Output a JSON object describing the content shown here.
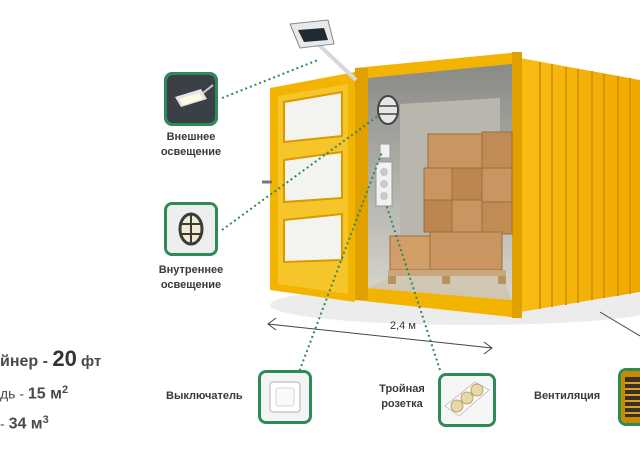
{
  "features": {
    "outdoor_light": {
      "label_line1": "Внешнее",
      "label_line2": "освещение",
      "icon": "street-lamp-icon"
    },
    "indoor_light": {
      "label_line1": "Внутреннее",
      "label_line2": "освещение",
      "icon": "bulkhead-lamp-icon"
    },
    "switch": {
      "label": "Выключатель",
      "icon": "light-switch-icon"
    },
    "socket": {
      "label_line1": "Тройная",
      "label_line2": "розетка",
      "icon": "triple-socket-icon"
    },
    "ventilation": {
      "label": "Вентиляция",
      "icon": "vent-grille-icon"
    }
  },
  "dimensions": {
    "width": "2,4 м"
  },
  "specs": {
    "container_prefix": "йнер - ",
    "container_value": "20",
    "container_unit": " фт",
    "area_prefix": "дь - ",
    "area_value": "15 м",
    "area_sup": "2",
    "volume_prefix": "- ",
    "volume_value": "34 м",
    "volume_sup": "3"
  },
  "colors": {
    "accent": "#2e8a57",
    "container": "#f2b400",
    "container_dark": "#c98a00",
    "box": "#c99560"
  }
}
